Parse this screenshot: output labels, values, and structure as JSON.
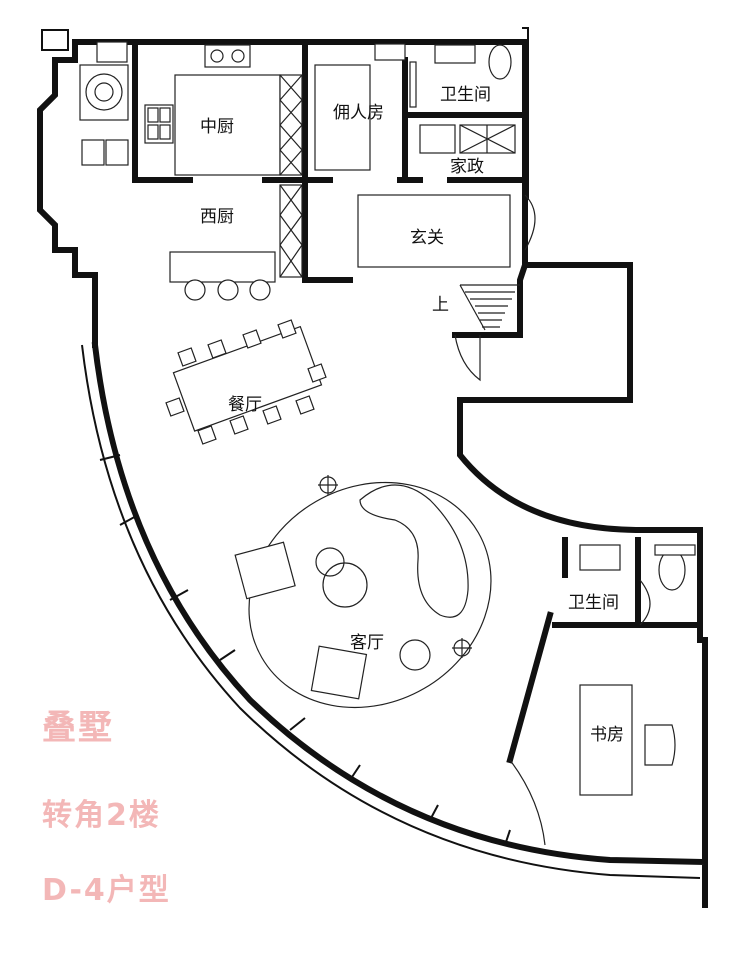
{
  "rooms": {
    "kitchen_cn": "中厨",
    "servant_room": "佣人房",
    "bath_top": "卫生间",
    "housekeeping": "家政",
    "kitchen_west": "西厨",
    "foyer": "玄关",
    "stairs_up": "上",
    "dining": "餐厅",
    "living": "客厅",
    "bath_mid": "卫生间",
    "study": "书房"
  },
  "title": {
    "line1": "叠墅",
    "line2": "转角2楼",
    "line3": "D-4户型"
  },
  "colors": {
    "walls": "#111111",
    "title_pink": "#f3b7b7"
  }
}
